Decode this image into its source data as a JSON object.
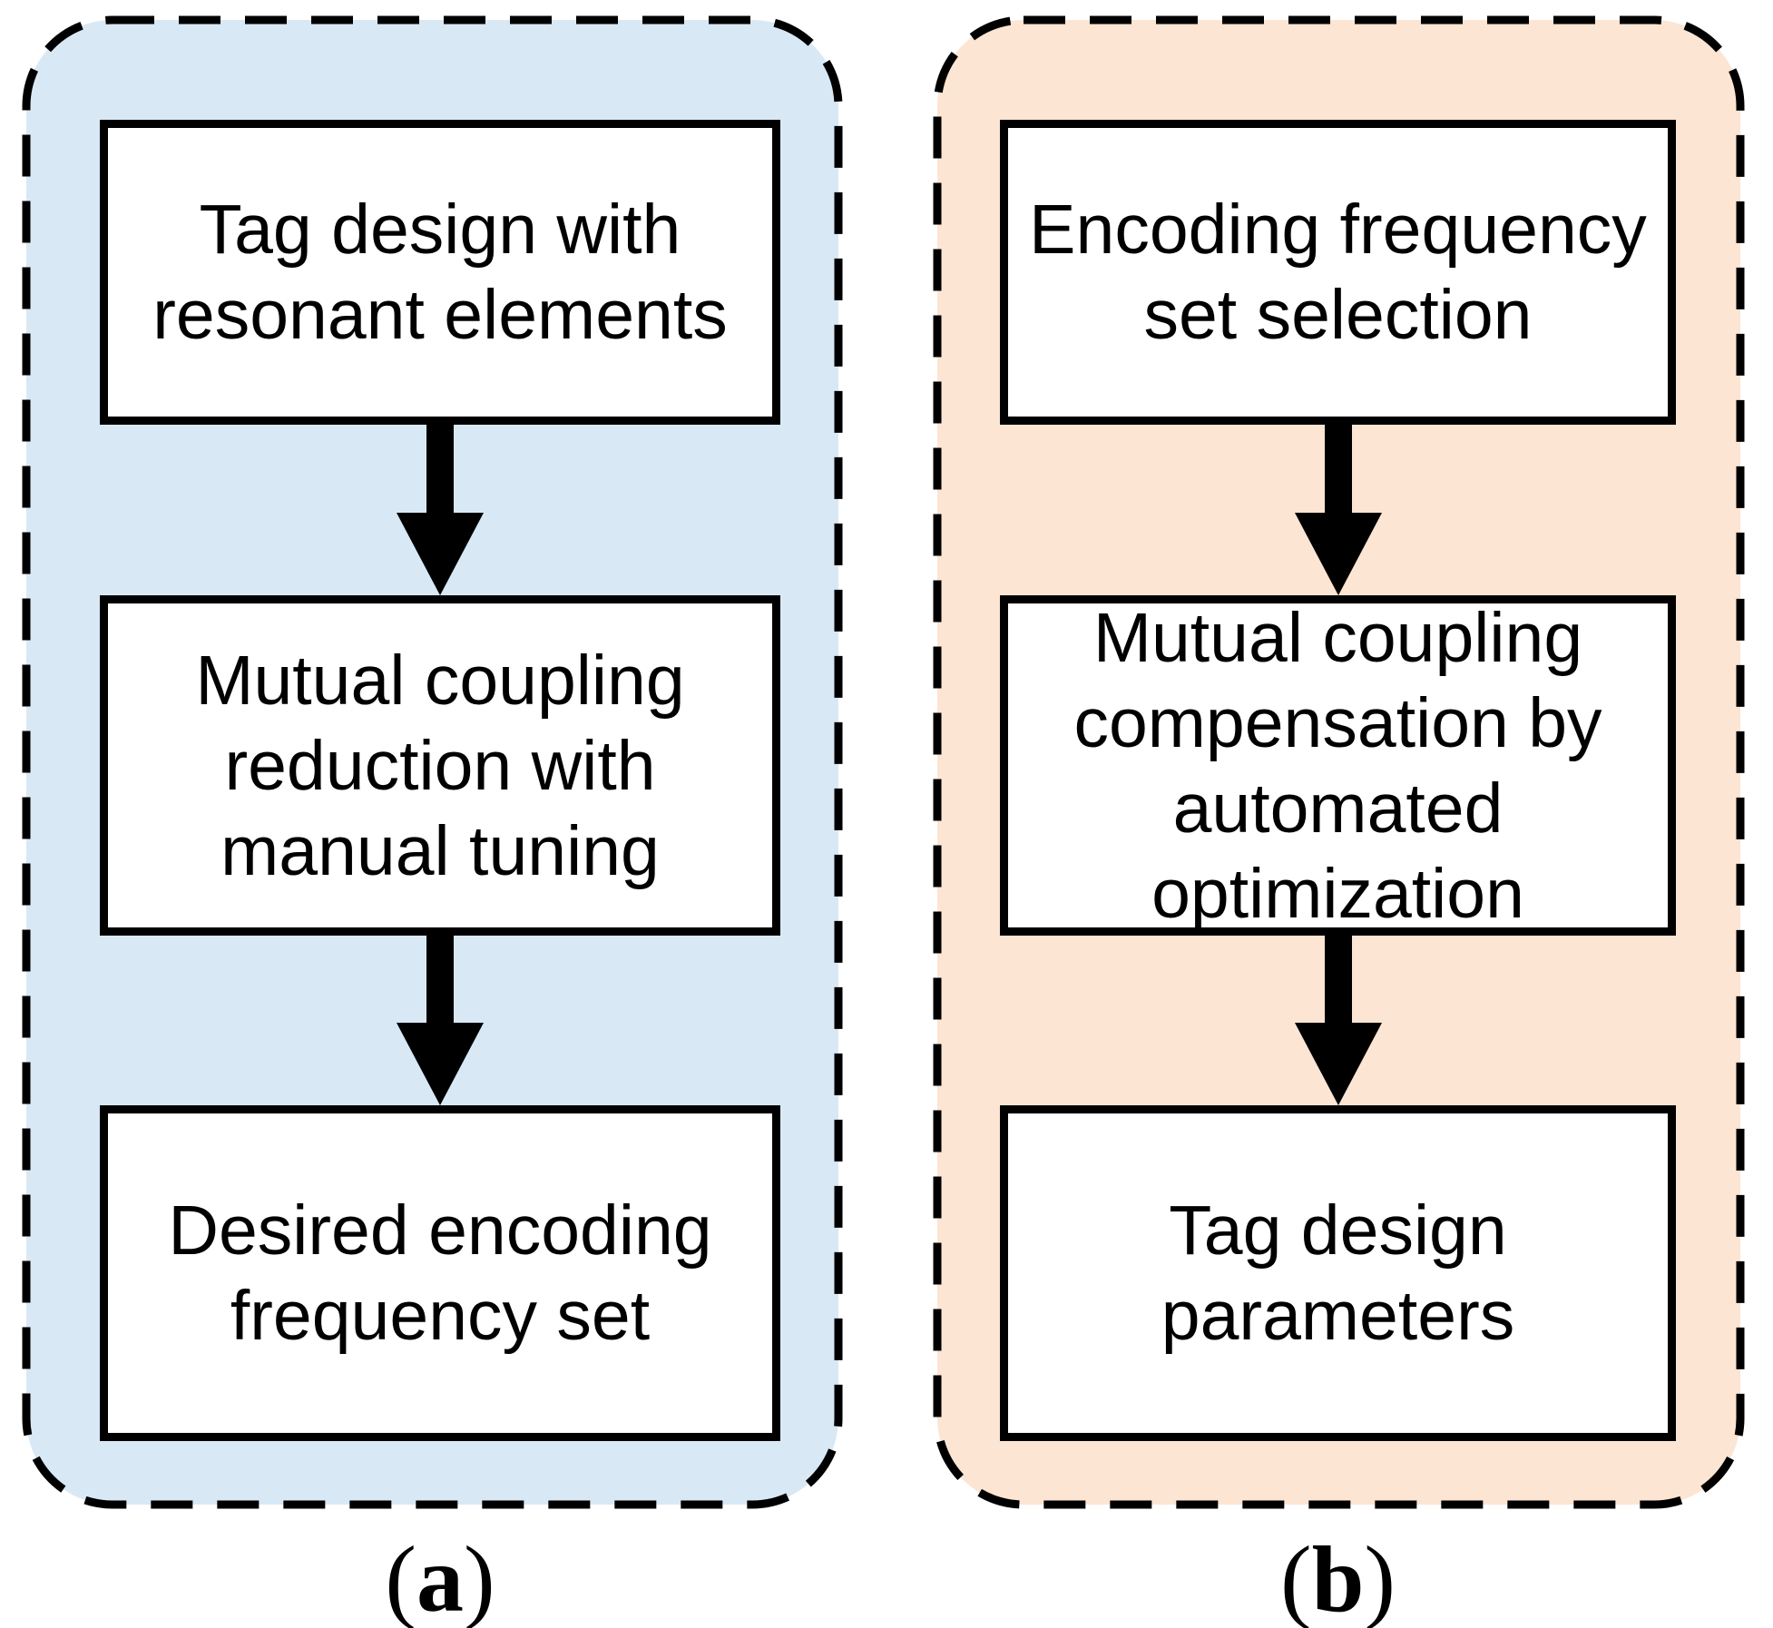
{
  "figure": {
    "colors": {
      "panel_a_fill": "#D9E8F5",
      "panel_b_fill": "#FCE5D3",
      "box_fill": "#FFFFFF",
      "stroke": "#000000"
    },
    "panels": [
      {
        "name": "manual-tuning-workflow",
        "bg": "#D9E8F5",
        "boxes": [
          {
            "lines": [
              "Tag design with",
              "resonant elements"
            ]
          },
          {
            "lines": [
              "Mutual coupling",
              "reduction with",
              "manual tuning"
            ]
          },
          {
            "lines": [
              "Desired encoding",
              "frequency set"
            ]
          }
        ],
        "label": {
          "open": "(",
          "letter": "a",
          "close": ")"
        }
      },
      {
        "name": "automated-optimization-workflow",
        "bg": "#FCE5D3",
        "boxes": [
          {
            "lines": [
              "Encoding frequency",
              "set selection"
            ]
          },
          {
            "lines": [
              "Mutual coupling",
              "compensation by",
              "automated",
              "optimization"
            ]
          },
          {
            "lines": [
              "Tag design",
              "parameters"
            ]
          }
        ],
        "label": {
          "open": "(",
          "letter": "b",
          "close": ")"
        }
      }
    ]
  }
}
